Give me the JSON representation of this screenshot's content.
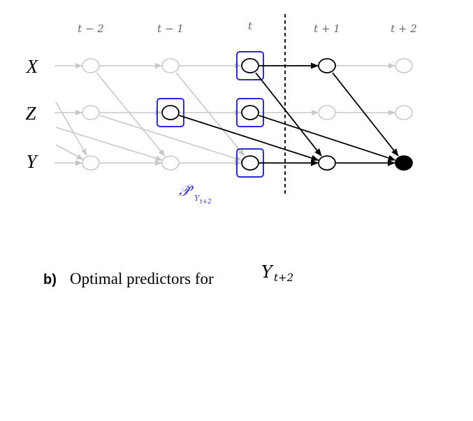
{
  "columns": [
    "t − 2",
    "t − 1",
    "t",
    "t + 1",
    "t + 2"
  ],
  "rows": [
    "X",
    "Z",
    "Y"
  ],
  "predictor_label": {
    "main": "𝒫̆",
    "sub": "Y",
    "sub2": "t+2"
  },
  "caption": {
    "letter": "b)",
    "text": "Optimal predictors for",
    "var": "Y",
    "var_sub": "t+2"
  },
  "colors": {
    "faded": "#c8c8c8",
    "active": "#000000",
    "highlight": "#2b2bd8",
    "target": "#000000"
  },
  "nodes": [
    {
      "id": "X_t-2",
      "row": 0,
      "col": 0,
      "state": "faded"
    },
    {
      "id": "X_t-1",
      "row": 0,
      "col": 1,
      "state": "faded"
    },
    {
      "id": "X_t",
      "row": 0,
      "col": 2,
      "state": "active",
      "boxed": true
    },
    {
      "id": "X_t+1",
      "row": 0,
      "col": 3,
      "state": "active"
    },
    {
      "id": "X_t+2",
      "row": 0,
      "col": 4,
      "state": "faded"
    },
    {
      "id": "Z_t-2",
      "row": 1,
      "col": 0,
      "state": "faded"
    },
    {
      "id": "Z_t-1",
      "row": 1,
      "col": 1,
      "state": "active",
      "boxed": true
    },
    {
      "id": "Z_t",
      "row": 1,
      "col": 2,
      "state": "active",
      "boxed": true
    },
    {
      "id": "Z_t+1",
      "row": 1,
      "col": 3,
      "state": "faded"
    },
    {
      "id": "Z_t+2",
      "row": 1,
      "col": 4,
      "state": "faded"
    },
    {
      "id": "Y_t-2",
      "row": 2,
      "col": 0,
      "state": "faded"
    },
    {
      "id": "Y_t-1",
      "row": 2,
      "col": 1,
      "state": "faded"
    },
    {
      "id": "Y_t",
      "row": 2,
      "col": 2,
      "state": "active",
      "boxed": true
    },
    {
      "id": "Y_t+1",
      "row": 2,
      "col": 3,
      "state": "active"
    },
    {
      "id": "Y_t+2",
      "row": 2,
      "col": 4,
      "state": "target"
    }
  ],
  "edges": [
    {
      "from": [
        0,
        0
      ],
      "to": [
        0,
        1
      ],
      "state": "faded"
    },
    {
      "from": [
        0,
        1
      ],
      "to": [
        0,
        2
      ],
      "state": "faded"
    },
    {
      "from": [
        0,
        3
      ],
      "to": [
        0,
        4
      ],
      "state": "faded"
    },
    {
      "from": [
        1,
        0
      ],
      "to": [
        1,
        1
      ],
      "state": "faded"
    },
    {
      "from": [
        1,
        1
      ],
      "to": [
        1,
        2
      ],
      "state": "faded"
    },
    {
      "from": [
        1,
        2
      ],
      "to": [
        1,
        3
      ],
      "state": "faded"
    },
    {
      "from": [
        1,
        3
      ],
      "to": [
        1,
        4
      ],
      "state": "faded"
    },
    {
      "from": [
        2,
        0
      ],
      "to": [
        2,
        1
      ],
      "state": "faded"
    },
    {
      "from": [
        2,
        1
      ],
      "to": [
        2,
        2
      ],
      "state": "faded"
    },
    {
      "from": [
        0,
        0
      ],
      "to": [
        2,
        1
      ],
      "state": "faded"
    },
    {
      "from": [
        0,
        1
      ],
      "to": [
        2,
        2
      ],
      "state": "faded"
    },
    {
      "from": [
        1,
        0
      ],
      "to": [
        2,
        2
      ],
      "state": "faded"
    },
    {
      "from": [
        0,
        2
      ],
      "to": [
        0,
        3
      ],
      "state": "active"
    },
    {
      "from": [
        2,
        2
      ],
      "to": [
        2,
        3
      ],
      "state": "active"
    },
    {
      "from": [
        2,
        3
      ],
      "to": [
        2,
        4
      ],
      "state": "active"
    },
    {
      "from": [
        0,
        2
      ],
      "to": [
        2,
        3
      ],
      "state": "active"
    },
    {
      "from": [
        1,
        1
      ],
      "to": [
        2,
        3
      ],
      "state": "active"
    },
    {
      "from": [
        0,
        3
      ],
      "to": [
        2,
        4
      ],
      "state": "active"
    },
    {
      "from": [
        1,
        2
      ],
      "to": [
        2,
        4
      ],
      "state": "active"
    }
  ],
  "stubs": [
    {
      "row": 0,
      "kind": "horizontal"
    },
    {
      "row": 1,
      "kind": "horizontal"
    },
    {
      "row": 2,
      "kind": "horizontal"
    },
    {
      "row": 2,
      "kind": "diag-short"
    },
    {
      "row": 2,
      "kind": "diag-long"
    },
    {
      "row": 1,
      "kind": "diag-down"
    }
  ]
}
